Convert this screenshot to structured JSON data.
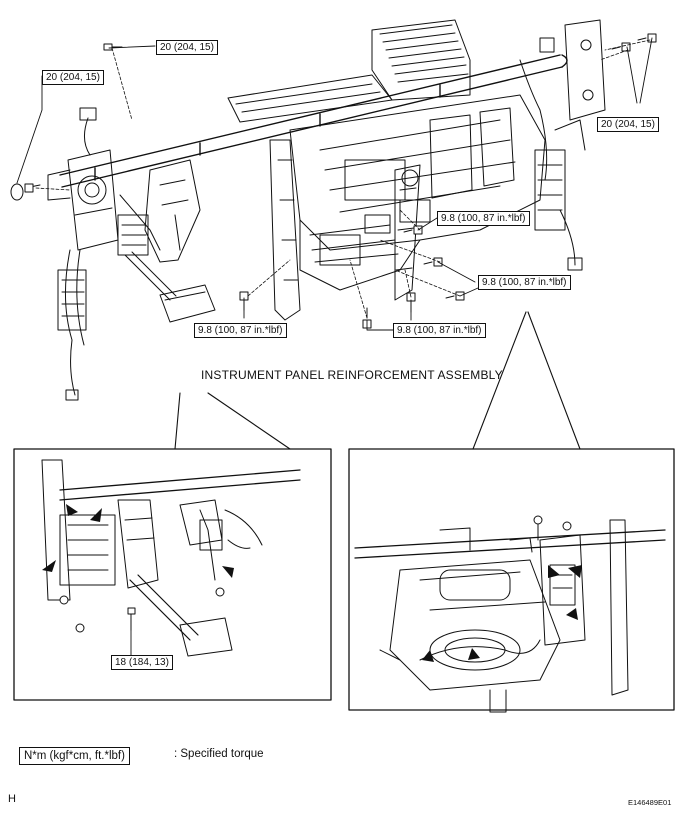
{
  "diagram": {
    "main_label": "INSTRUMENT PANEL REINFORCEMENT ASSEMBLY",
    "torque_callouts": {
      "top_center": "20 (204, 15)",
      "top_left": "20 (204, 15)",
      "top_right": "20 (204, 15)",
      "mid_right_upper": "9.8 (100, 87 in.*lbf)",
      "mid_right_lower": "9.8 (100, 87 in.*lbf)",
      "bottom_center_left": "9.8 (100, 87 in.*lbf)",
      "bottom_center_right": "9.8 (100, 87 in.*lbf)",
      "inset_left": "18 (184, 13)"
    },
    "legend": {
      "unit_box": "N*m (kgf*cm, ft.*lbf)",
      "description": ": Specified torque"
    },
    "corner_letter": "H",
    "figure_id": "E146489E01"
  },
  "colors": {
    "line": "#111111",
    "background": "#ffffff"
  }
}
